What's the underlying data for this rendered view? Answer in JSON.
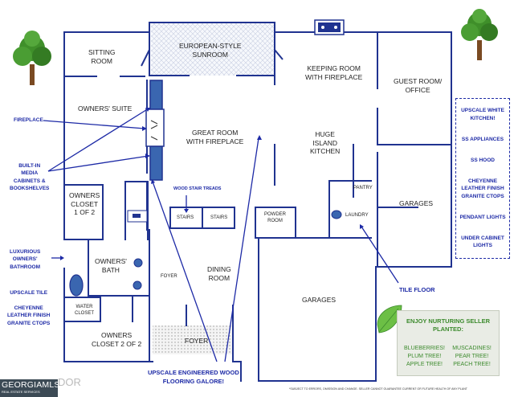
{
  "rooms": {
    "sitting_room": "SITTING\nROOM",
    "sunroom": "EUROPEAN-STYLE\nSUNROOM",
    "keeping_room": "KEEPING ROOM\nWITH FIREPLACE",
    "guest_room": "GUEST ROOM/\nOFFICE",
    "owners_suite": "OWNERS' SUITE",
    "great_room": "GREAT ROOM\nWITH FIREPLACE",
    "island_kitchen": "HUGE\nISLAND\nKITCHEN",
    "pantry": "PANTRY",
    "garages_right": "GARAGES",
    "owners_closet_1": "OWNERS\nCLOSET\n1 OF 2",
    "stairs_left": "STAIRS",
    "stairs_right": "STAIRS",
    "powder_room": "POWDER\nROOM",
    "laundry": "LAUNDRY",
    "owners_bath": "OWNERS'\nBATH",
    "foyer_small": "FOYER",
    "dining_room": "DINING\nROOM",
    "garages_bottom": "GARAGES",
    "water_closet": "WATER\nCLOSET",
    "owners_closet_2": "OWNERS\nCLOSET 2 OF 2",
    "foyer": "FOYER"
  },
  "callouts": {
    "fireplace": "FIREPLACE",
    "built_in": "BUILT-IN\nMEDIA\nCABINETS &\nBOOKSHELVES",
    "owners_bathroom": "LUXURIOUS\nOWNERS'\nBATHROOM",
    "bath_finishes": "UPSCALE TILE\n\nCHEYENNE\nLEATHER FINISH\nGRANITE CTOPS",
    "wood_stair_treads": "WOOD STAIR TREADS",
    "tile_floor": "TILE FLOOR",
    "flooring": "UPSCALE ENGINEERED WOOD\nFLOORING GALORE!"
  },
  "kitchen_features": [
    "UPSCALE WHITE\nKITCHEN!",
    "SS APPLIANCES",
    "SS HOOD",
    "CHEYENNE\nLEATHER FINISH\nGRANITE CTOPS",
    "PENDANT LIGHTS",
    "UNDER CABINET\nLIGHTS"
  ],
  "promo": {
    "title": "ENJOY NURTURING SELLER\nPLANTED:",
    "plants": [
      "BLUEBERRIES!",
      "MUSCADINES!",
      "PLUM TREE!",
      "PEAR TREE!",
      "APPLE TREE!",
      "PEACH TREE!"
    ]
  },
  "footnote": "*SUBJECT TO ERRORS, OMISSION AND CHANGE. SELLER CANNOT GUARANTEE CURRENT OR FUTURE HEALTH OF ANY PLANT",
  "logo": {
    "main": "GEORGIAMLS",
    "sub": "REAL ESTATE SERVICES",
    "tail": "DOR"
  },
  "colors": {
    "wall": "#203390",
    "callout": "#1d2aa6",
    "fixture": "#3a66b0",
    "promo_green": "#3c8a2d",
    "tree_green": "#3f8f2a",
    "trunk": "#7a4a22"
  },
  "icons": [
    "tree-icon",
    "leaf-icon",
    "bathtub-icon",
    "sink-icon",
    "fireplace-icon",
    "cabinet-icon"
  ]
}
